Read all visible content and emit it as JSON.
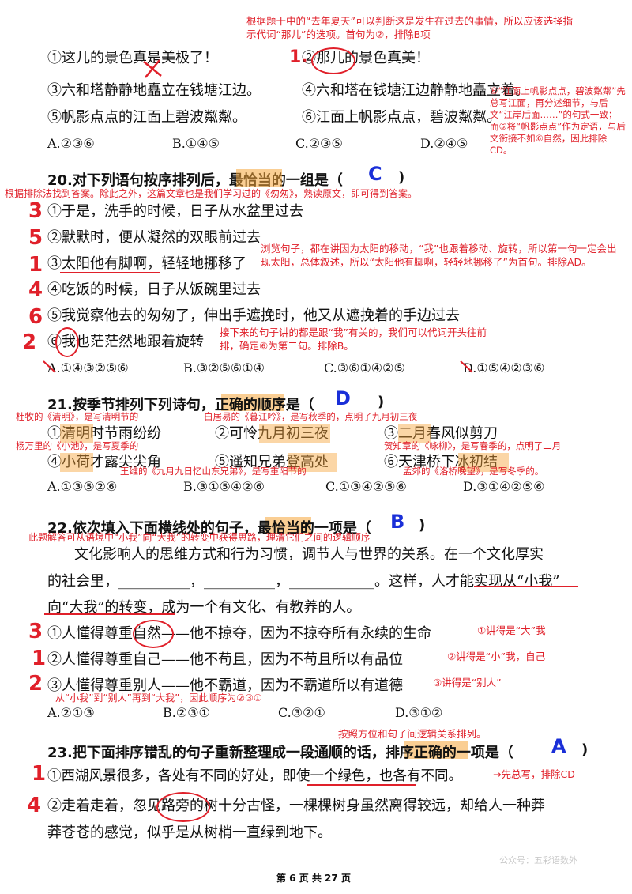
{
  "top_note": "根据题干中的“去年夏天”可以判断这是发生在过去的事情，所以应该选择指示代词“那儿”的选项。首句为②，排除B项",
  "q19": {
    "s1": "①这儿的景色真是美极了！",
    "s2": "②那儿的景色真美！",
    "s3": "③六和塔静静地矗立在钱塘江边。",
    "s4": "④六和塔在钱塘江边静静地矗立着。",
    "s5": "⑤帆影点点的江面上碧波粼粼。",
    "s6": "⑥江面上帆影点点，碧波粼粼。",
    "opts": [
      "A.②③⑥",
      "B.①④⑤",
      "C.②③⑤",
      "D.②④⑤"
    ],
    "mark_first": "1.",
    "right_note": "⑥“江面上帆影点点，碧波粼粼”先总写江面，再分述细节，与后文“江岸后面……”的句式一致；而⑤将“帆影点点”作为定语，与后文衔接不如⑥自然，因此排除CD。"
  },
  "q20": {
    "stem": "20.对下列语句按序排列后，最恰当的一组是（",
    "stem_hl": "最恰当",
    "answer": "C",
    "note_top": "根据排除法找到答案。除此之外，这篇文章也是我们学习过的《匆匆》，熟读原文，即可得到答案。",
    "items": [
      {
        "num": "3",
        "text": "①于是，洗手的时候，日子从水盆里过去"
      },
      {
        "num": "5",
        "text": "②默默时，便从凝然的双眼前过去"
      },
      {
        "num": "1",
        "text": "③太阳他有脚啊，轻轻地挪移了"
      },
      {
        "num": "4",
        "text": "④吃饭的时候，日子从饭碗里过去"
      },
      {
        "num": "6",
        "text": "⑤我觉察他去的匆匆了，伸出手遮挽时，他又从遮挽着的手边过去"
      },
      {
        "num": "2",
        "text": "⑥我也茫茫然地跟着旋转"
      }
    ],
    "note_mid": "浏览句子，都在讲因为太阳的移动，“我”也跟着移动、旋转，所以第一句一定会出现太阳，总体叙述，所以“太阳他有脚啊，轻轻地挪移了”为首句。排除AD。",
    "note_low": "接下来的句子讲的都是跟“我”有关的，我们可以代词开头往前排，确定⑥为第二句。排除B。",
    "opts": [
      "A.①④③②⑤⑥",
      "B.③②⑤⑥①④",
      "C.③⑥①④②⑤",
      "D.①⑤④②③⑥"
    ]
  },
  "q21": {
    "stem": "21.按季节排列下列诗句，正确的顺序是（",
    "answer": "D",
    "n1": "杜牧的《清明》，是写清明节的",
    "n2": "白居易的《暮江吟》，是写秋季的，点明了九月初三夜",
    "n3": "杨万里的《小池》，是写夏季的",
    "n4": "贺知章的《咏柳》，是写春季的，点明了二月",
    "n5": "王维的《九月九日忆山东兄弟》，是写重阳节的",
    "n6": "孟郊的《洛桥晚望》，是写冬季的。",
    "p1": "①清明时节雨纷纷",
    "p2": "②可怜九月初三夜",
    "p3": "③二月春风似剪刀",
    "p4": "④小荷才露尖尖角",
    "p5": "⑤遥知兄弟登高处",
    "p6": "⑥天津桥下冰初结",
    "opts": [
      "A.①③⑤②⑥",
      "B.③①⑤④②⑥",
      "C.①③④②⑤⑥",
      "D.③①④②⑤⑥"
    ]
  },
  "q22": {
    "stem": "22.依次填入下面横线处的句子，最恰当的一项是（",
    "answer": "B",
    "note_top": "此题解答可从语境中“小我”向“大我”的转变中获得思路，理清它们之间的逻辑顺序",
    "para1": "文化影响人的思维方式和行为习惯，调节人与世界的关系。在一个文化厚实",
    "para2": "的社会里，__________，__________，____________。这样，人才能实现从“小我”",
    "para3": "向“大我”的转变，成为一个有文化、有教养的人。",
    "items": [
      {
        "num": "3",
        "text": "①人懂得尊重自然——他不掠夺，因为不掠夺所有永续的生命",
        "note": "①讲得是“大”我"
      },
      {
        "num": "1",
        "text": "②人懂得尊重自己——他不苟且，因为不苟且所以有品位",
        "note": "②讲得是“小”我，自己"
      },
      {
        "num": "2",
        "text": "③人懂得尊重别人——他不霸道，因为不霸道所以有道德",
        "note": "③讲得是“别人”"
      }
    ],
    "order_note": "从“小我”到“别人”再到“大我”，因此顺序为②③①",
    "opts": [
      "A.②①③",
      "B.②③①",
      "C.③②①",
      "D.③①②"
    ]
  },
  "q23": {
    "stem": "23.把下面排序错乱的句子重新整理成一段通顺的话，排序正确的一项是（",
    "answer": "A",
    "note_top": "按照方位和句子间逻辑关系排列。",
    "items": [
      {
        "num": "1",
        "text": "①西湖风景很多，各处有不同的好处，即使一个绿色，也各有不同。",
        "note": "→先总写，排除CD"
      },
      {
        "num": "4",
        "text": "②走着走着，忽见路旁的树十分古怪，一棵棵树身虽然离得较远，却给人一种莽",
        "cont": "莽苍苍的感觉，似乎是从树梢一直绿到地下。"
      }
    ]
  },
  "footer": "第 6 页 共 27 页",
  "watermark": "公众号：五彩语数外"
}
